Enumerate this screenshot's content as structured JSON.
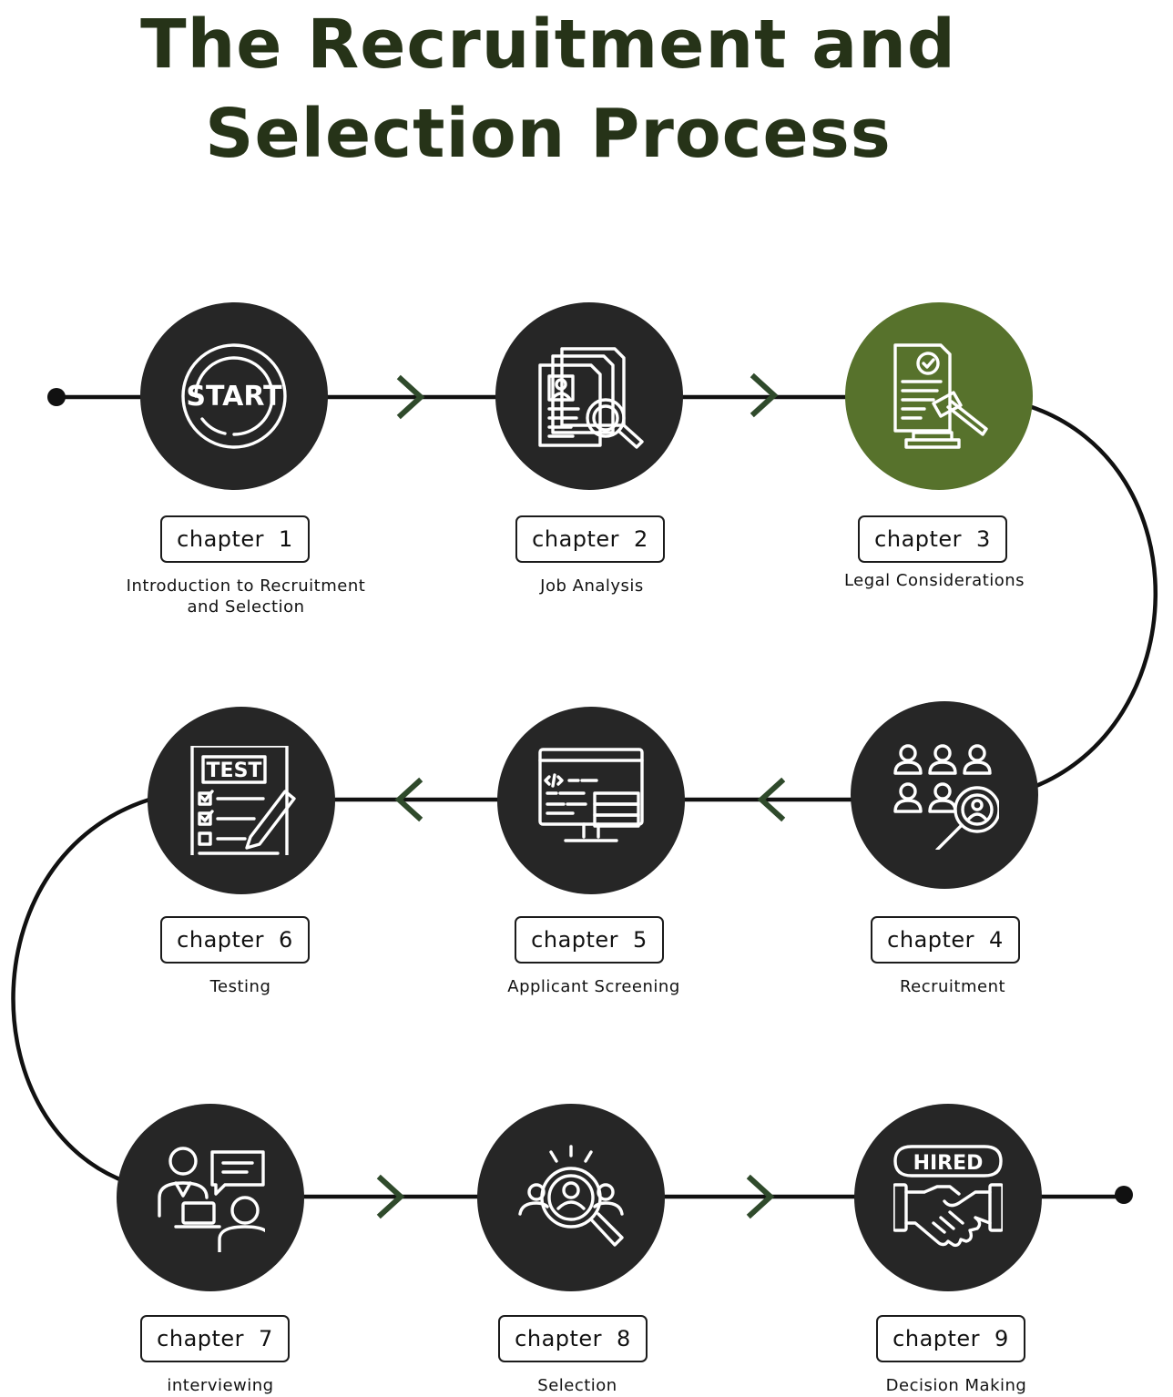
{
  "title": {
    "line1": "The Recruitment and",
    "line2": "Selection Process"
  },
  "steps": [
    {
      "chapter_word": "chapter",
      "number": "1",
      "label": "Introduction to Recruitment and Selection",
      "icon": "start-icon",
      "start_text": "START"
    },
    {
      "chapter_word": "chapter",
      "number": "2",
      "label": "Job Analysis",
      "icon": "document-search-icon"
    },
    {
      "chapter_word": "chapter",
      "number": "3",
      "label": "Legal Considerations",
      "icon": "legal-gavel-icon",
      "highlighted": true
    },
    {
      "chapter_word": "chapter",
      "number": "4",
      "label": "Recruitment",
      "icon": "people-search-icon"
    },
    {
      "chapter_word": "chapter",
      "number": "5",
      "label": "Applicant Screening",
      "icon": "computer-screening-icon"
    },
    {
      "chapter_word": "chapter",
      "number": "6",
      "label": "Testing",
      "icon": "test-sheet-icon",
      "test_text": "TEST"
    },
    {
      "chapter_word": "chapter",
      "number": "7",
      "label": "interviewing",
      "icon": "interview-icon"
    },
    {
      "chapter_word": "chapter",
      "number": "8",
      "label": "Selection",
      "icon": "candidate-selection-icon"
    },
    {
      "chapter_word": "chapter",
      "number": "9",
      "label": "Decision Making",
      "icon": "hired-handshake-icon",
      "hired_text": "HIRED"
    }
  ],
  "colors": {
    "title": "#263318",
    "circle": "#262626",
    "accent": "#57722c",
    "arrow": "#2f4a2b",
    "line": "#111111"
  }
}
